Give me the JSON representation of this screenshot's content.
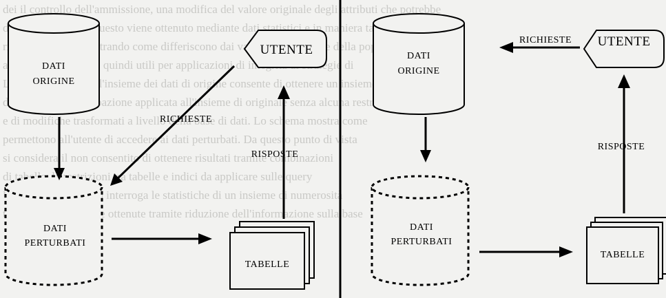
{
  "left_panel": {
    "source_db": {
      "line1": "DATI",
      "line2": "ORIGINE"
    },
    "perturbed_db": {
      "line1": "DATI",
      "line2": "PERTURBATI"
    },
    "user": "UTENTE",
    "tables": "TABELLE",
    "requests": "RICHIESTE",
    "responses": "RISPOSTE"
  },
  "right_panel": {
    "source_db": {
      "line1": "DATI",
      "line2": "ORIGINE"
    },
    "perturbed_db": {
      "line1": "DATI",
      "line2": "PERTURBATI"
    },
    "user": "UTENTE",
    "tables": "TABELLE",
    "requests": "RICHIESTE",
    "responses": "RISPOSTE"
  },
  "background_text": [
    "dei il controllo dell'ammissione, una modifica del valore originale degli attributi che potrebbe",
    "dell'informazione. Questo viene ottenuto mediante dati statistici e in maniera tale",
    "riguardo ai dati, mostrando come differiscono dai valori del campione della popolazione",
    "al sistema. Non sono quindi utili per applicazioni di integrità di strategie di",
    "La perturbazione sull'insieme dei dati di origine consente di ottenere un insieme",
    "dati. Vi è una perturbazione applicata all'insieme di originale senza alcuna restrizione",
    "e di modifiche trasformati a livello della base di dati. Lo schema mostra come",
    "permettono all'utente di accedere ai dati perturbati. Da questo punto di vista",
    "si considera il non consentito di ottenere risultati tramite combinazioni",
    "di tabelle, le restrizioni tra tabelle e indici da applicare sulle query",
    "Un utente di richiesta interroga le statistiche di un insieme di numerosità",
    "tabelle, nonché quelle ottenute tramite riduzione dell'informazione sulla base"
  ]
}
